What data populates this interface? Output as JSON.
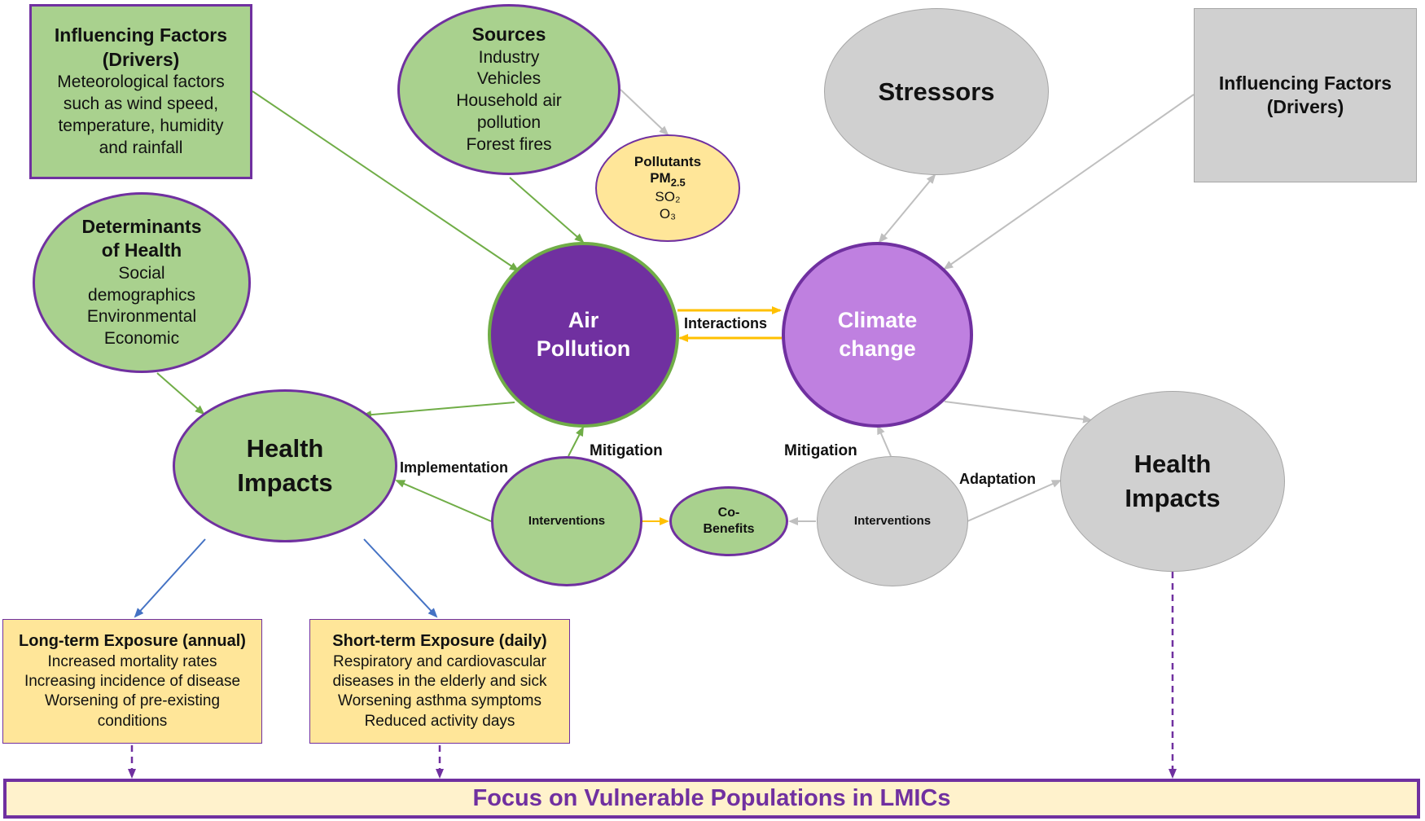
{
  "drivers_left": {
    "title_line1": "Influencing Factors",
    "title_line2": "(Drivers)",
    "lines": [
      "Meteorological factors",
      "such as wind speed,",
      "temperature, humidity",
      "and rainfall"
    ]
  },
  "sources": {
    "title": "Sources",
    "lines": [
      "Industry",
      "Vehicles",
      "Household air",
      "pollution",
      "Forest fires"
    ]
  },
  "pollutants": {
    "title": "Pollutants",
    "pm_label": "PM",
    "pm_sub": "2.5",
    "so2": "SO₂",
    "o3": "O₃"
  },
  "stressors": {
    "title": "Stressors"
  },
  "drivers_right": {
    "title_line1": "Influencing Factors",
    "title_line2": "(Drivers)"
  },
  "determinants": {
    "title_line1": "Determinants",
    "title_line2": "of Health",
    "lines": [
      "Social",
      "demographics",
      "Environmental",
      "Economic"
    ]
  },
  "air_pollution": {
    "line1": "Air",
    "line2": "Pollution"
  },
  "climate_change": {
    "line1": "Climate",
    "line2": "change"
  },
  "health_left": {
    "line1": "Health",
    "line2": "Impacts"
  },
  "health_right": {
    "line1": "Health",
    "line2": "Impacts"
  },
  "interventions_left": {
    "label": "Interventions"
  },
  "interventions_right": {
    "label": "Interventions"
  },
  "cobenefits": {
    "line1": "Co-",
    "line2": "Benefits"
  },
  "labels": {
    "interactions": "Interactions",
    "mitigation_left": "Mitigation",
    "mitigation_right": "Mitigation",
    "implementation": "Implementation",
    "adaptation": "Adaptation"
  },
  "long_term": {
    "title": "Long-term Exposure (annual)",
    "lines": [
      "Increased mortality rates",
      "Increasing incidence of disease",
      "Worsening of pre-existing",
      "conditions"
    ]
  },
  "short_term": {
    "title": "Short-term Exposure (daily)",
    "lines": [
      "Respiratory and cardiovascular",
      "diseases in the elderly and sick",
      "Worsening asthma symptoms",
      "Reduced activity days"
    ]
  },
  "focus_bar": {
    "text": "Focus on Vulnerable Populations in LMICs"
  },
  "colors": {
    "green_fill": "#a9d18e",
    "purple_border": "#7030a0",
    "air_pollution_fill": "#7030a0",
    "air_pollution_border": "#70ad47",
    "climate_fill": "#bf80e0",
    "grey_fill": "#d0d0d0",
    "yellow_fill": "#ffe699",
    "banner_fill": "#fff2cc",
    "banner_text": "#7030a0",
    "arrow_green": "#70ad47",
    "arrow_grey": "#bfbfbf",
    "arrow_orange": "#ffc000",
    "arrow_blue": "#4472c4",
    "arrow_dashed": "#7030a0"
  }
}
